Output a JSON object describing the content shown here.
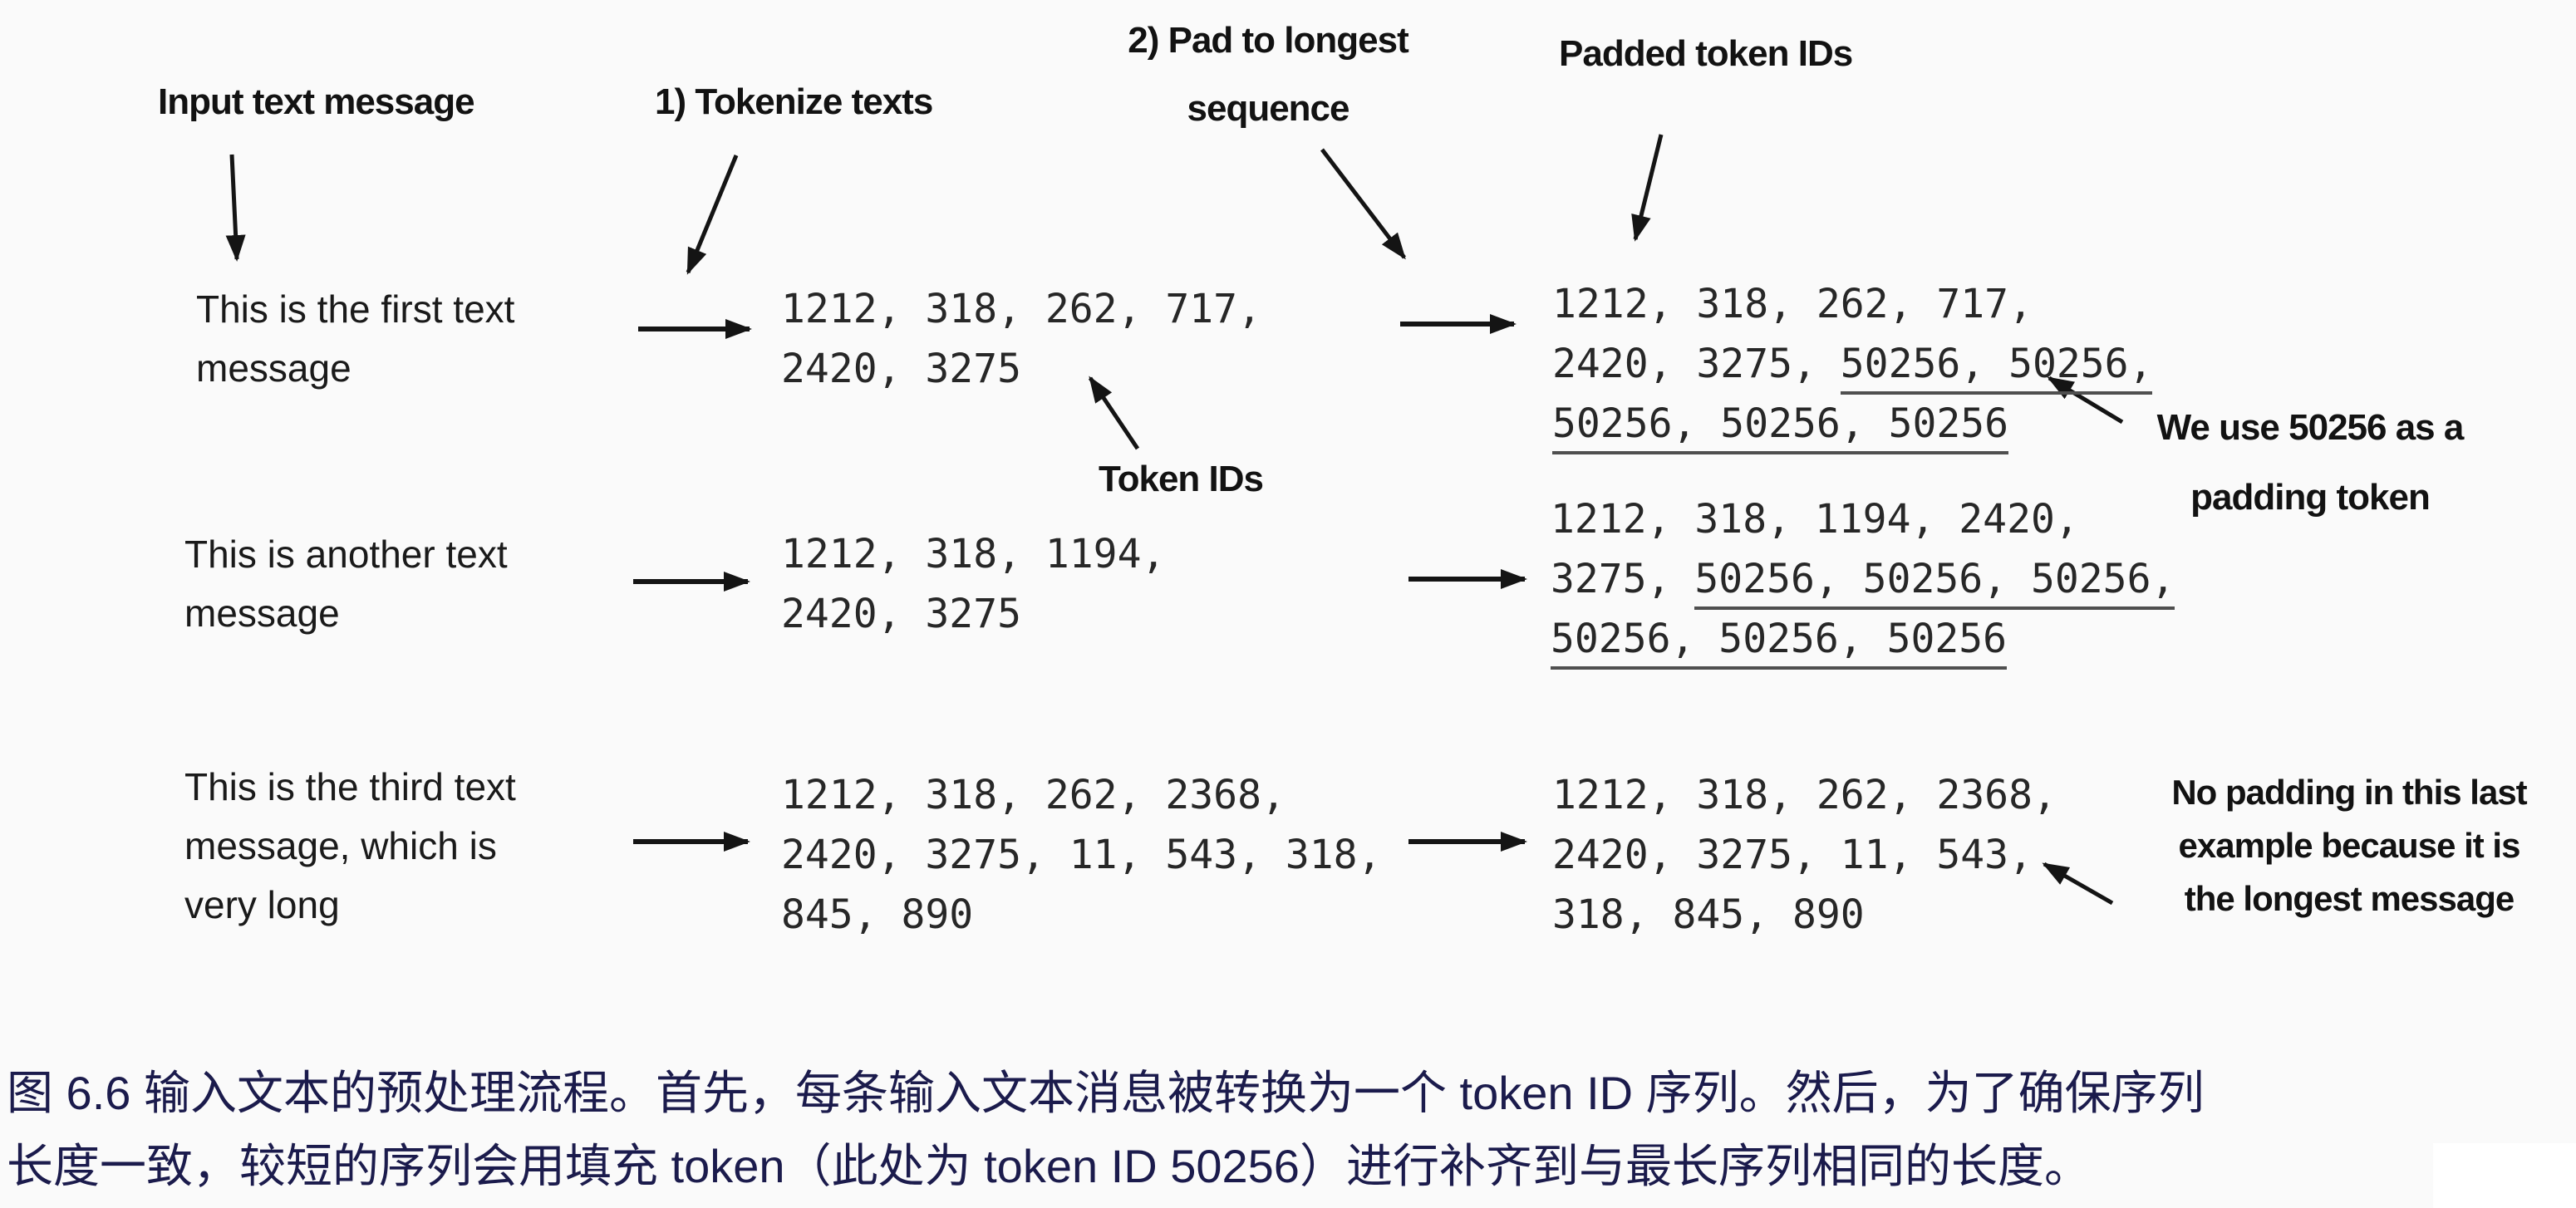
{
  "header_labels": {
    "input": "Input text message",
    "step1": "1) Tokenize texts",
    "step2_line1": "2) Pad to longest",
    "step2_line2": "sequence",
    "padded_ids": "Padded token IDs",
    "token_ids": "Token IDs"
  },
  "annotations": {
    "padding_token_lines": [
      "We use 50256 as a",
      "padding token"
    ],
    "no_padding_lines": [
      "No padding in this last",
      "example because it is",
      "the longest message"
    ]
  },
  "rows": [
    {
      "message": [
        "This is the first text",
        "message"
      ],
      "tokens": [
        "1212, 318, 262, 717,",
        "2420, 3275"
      ],
      "padded": [
        [
          {
            "t": "1212, 318, 262, 717,",
            "u": false
          }
        ],
        [
          {
            "t": "2420, 3275, ",
            "u": false
          },
          {
            "t": "50256, 50256,",
            "u": true
          }
        ],
        [
          {
            "t": "50256, 50256, 50256",
            "u": true
          }
        ]
      ]
    },
    {
      "message": [
        "This is another text",
        "message"
      ],
      "tokens": [
        "1212, 318, 1194,",
        "2420, 3275"
      ],
      "padded": [
        [
          {
            "t": "1212, 318, 1194, 2420,",
            "u": false
          }
        ],
        [
          {
            "t": "3275, ",
            "u": false
          },
          {
            "t": "50256, 50256, 50256,",
            "u": true
          }
        ],
        [
          {
            "t": "50256, 50256, 50256",
            "u": true
          }
        ]
      ]
    },
    {
      "message": [
        "This is the third text",
        "message, which is",
        "very long"
      ],
      "tokens": [
        "1212, 318, 262, 2368,",
        "2420, 3275, 11, 543, 318,",
        "845, 890"
      ],
      "padded": [
        [
          {
            "t": "1212, 318, 262, 2368,",
            "u": false
          }
        ],
        [
          {
            "t": "2420, 3275, 11, 543,",
            "u": false
          }
        ],
        [
          {
            "t": "318, 845, 890",
            "u": false
          }
        ]
      ]
    }
  ],
  "caption": {
    "lines": [
      "图 6.6 输入文本的预处理流程。首先，每条输入文本消息被转换为一个 token ID 序列。然后，为了确保序列",
      "长度一致，较短的序列会用填充 token（此处为 token ID 50256）进行补齐到与最长序列相同的长度。"
    ]
  },
  "colors": {
    "diagram_text": "#121212",
    "token_text": "#272727",
    "caption_text": "#1b1b4c",
    "background": "#fafafa"
  }
}
